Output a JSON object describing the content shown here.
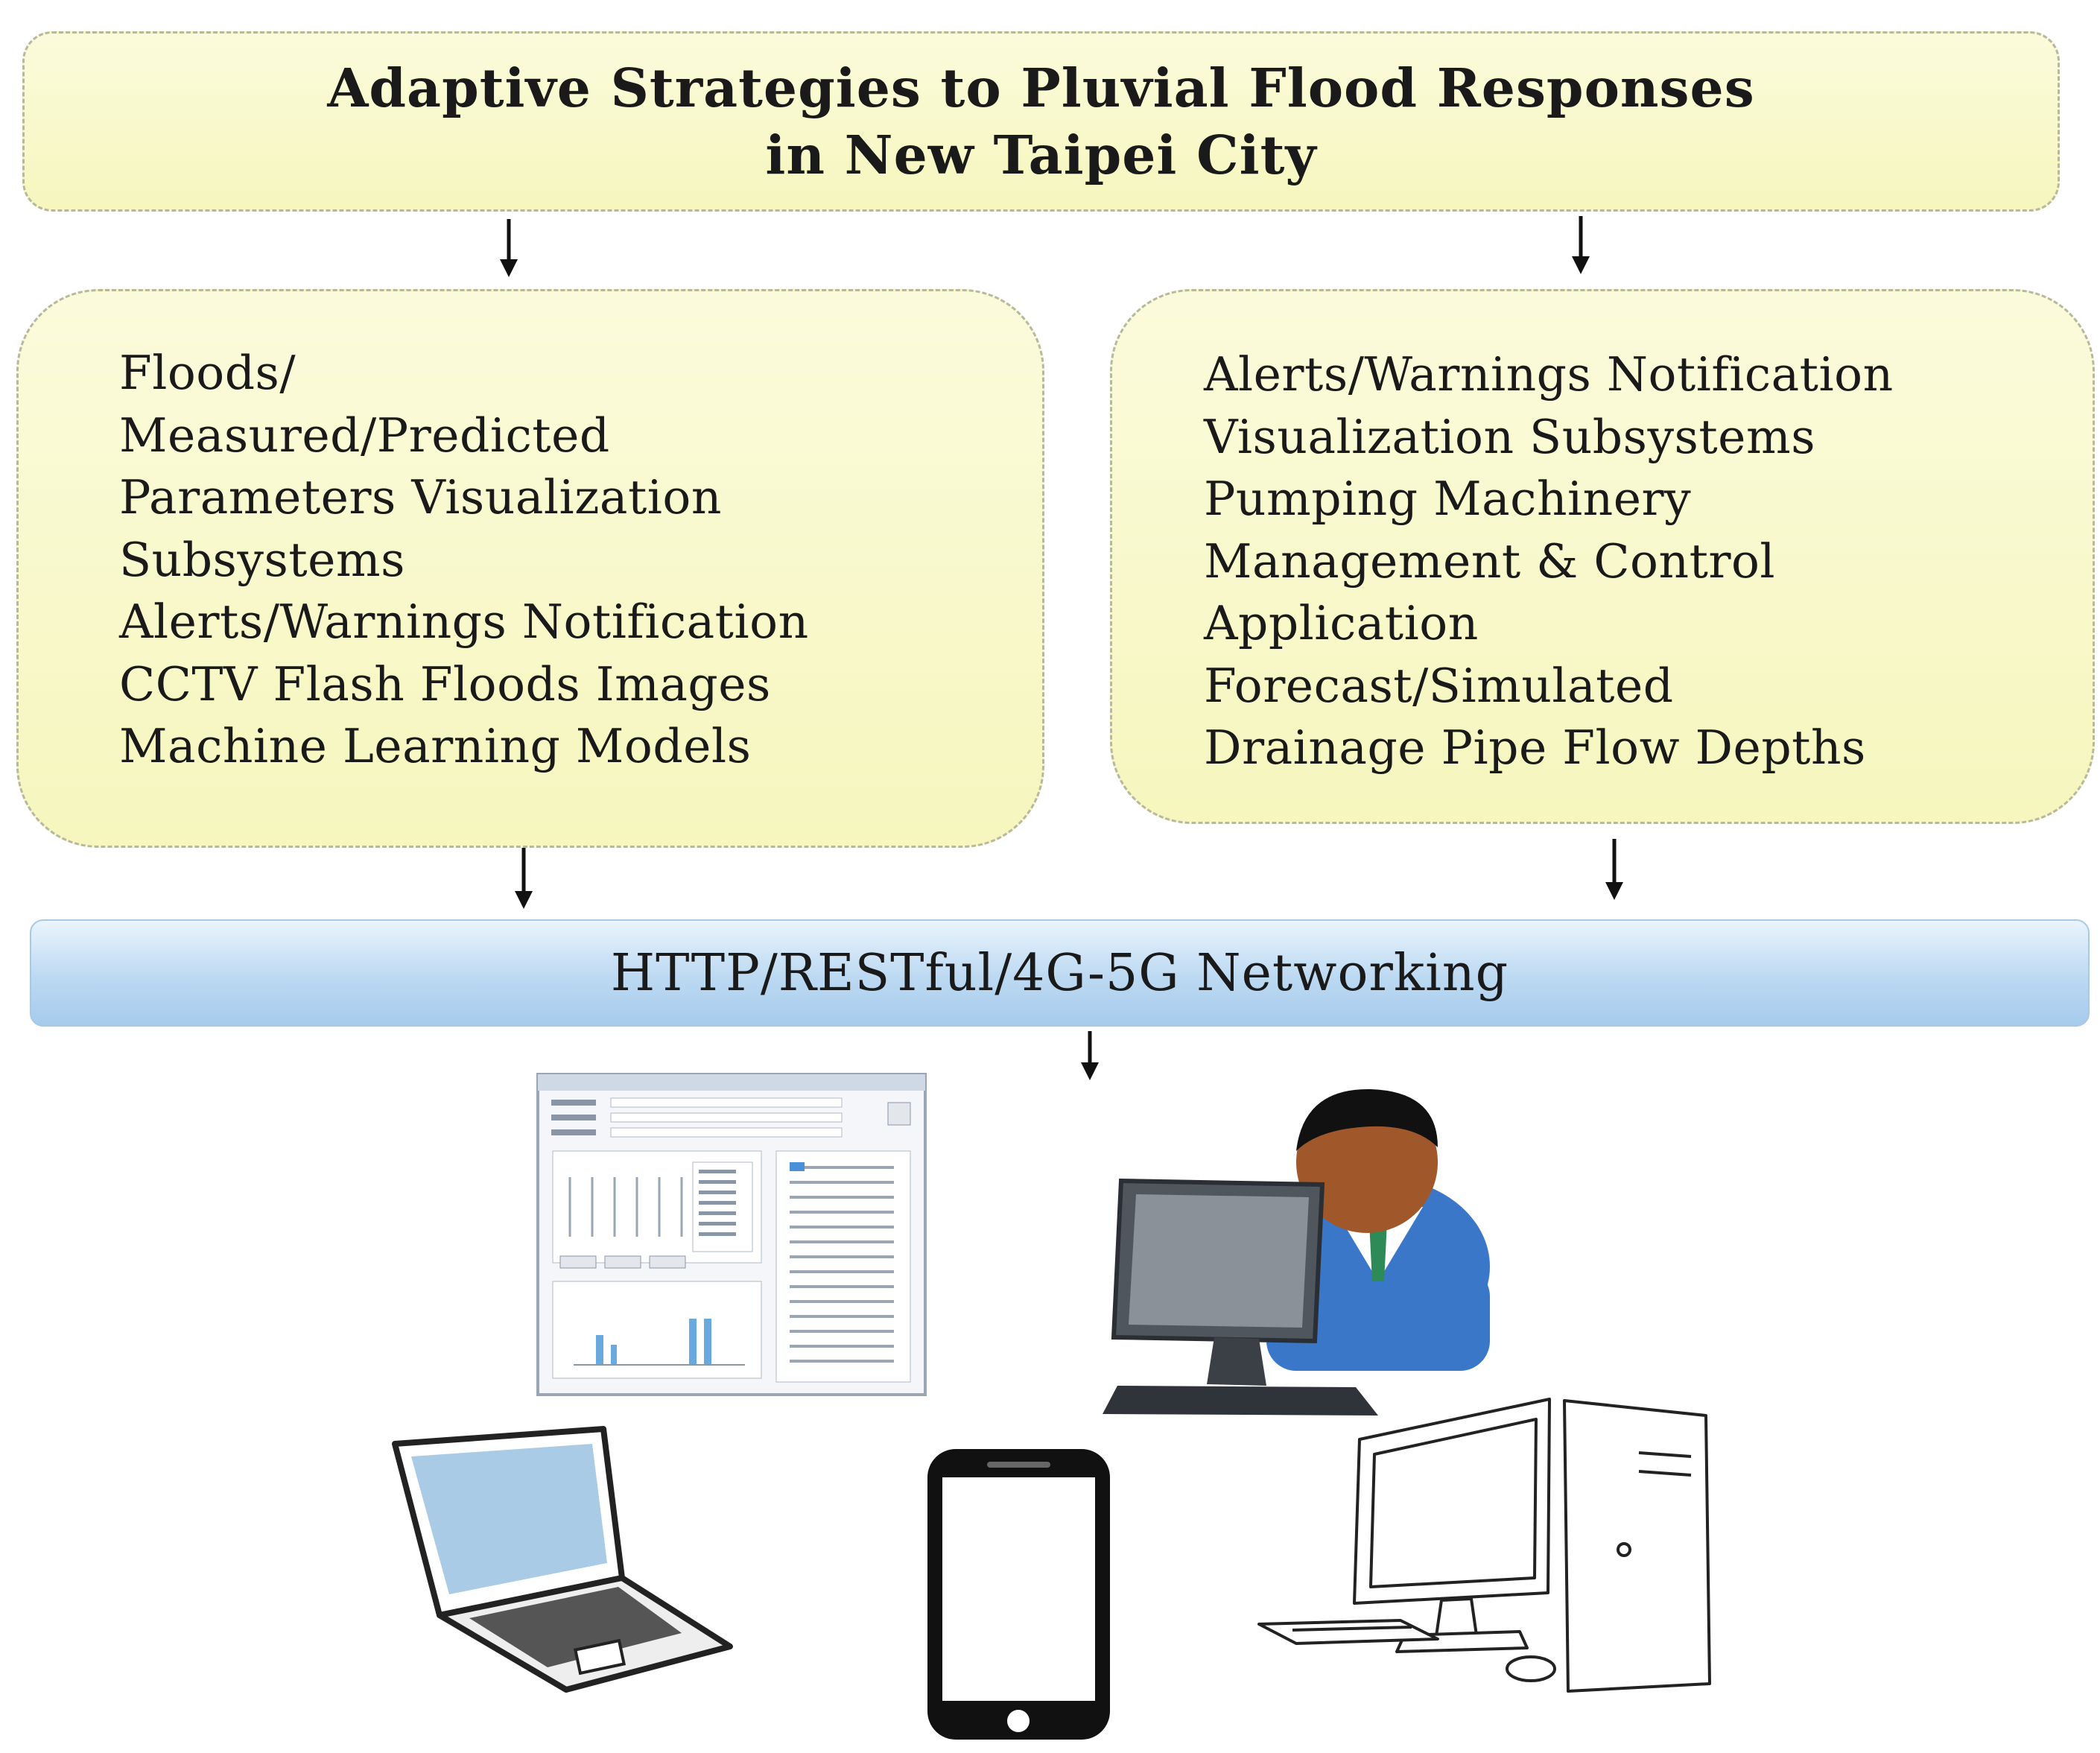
{
  "title": {
    "line1": "Adaptive Strategies to Pluvial Flood Responses",
    "line2": "in New Taipei City"
  },
  "left_box": {
    "lines": [
      "Floods/",
      "Measured/Predicted",
      "Parameters Visualization",
      "Subsystems",
      "Alerts/Warnings Notification",
      "CCTV Flash Floods Images",
      "Machine Learning Models"
    ]
  },
  "right_box": {
    "lines": [
      "Alerts/Warnings Notification",
      "Visualization Subsystems",
      "Pumping Machinery",
      "Management & Control",
      "Application",
      "Forecast/Simulated",
      "Drainage Pipe Flow Depths"
    ]
  },
  "network": {
    "label": "HTTP/RESTful/4G-5G Networking"
  },
  "colors": {
    "box_fill": "#f6f6be",
    "network_fill": "#bcd9f2",
    "text": "#1a1a1a"
  },
  "icons": [
    "application-window-icon",
    "user-at-computer-icon",
    "laptop-icon",
    "smartphone-icon",
    "desktop-computer-icon"
  ]
}
